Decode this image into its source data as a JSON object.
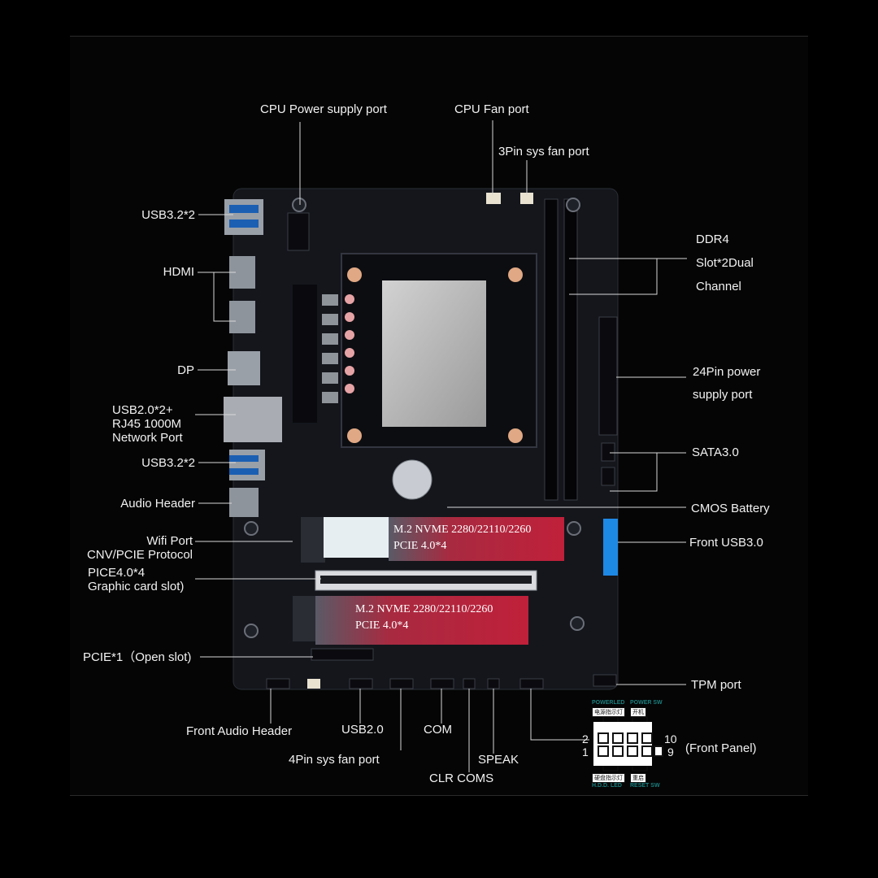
{
  "labels": {
    "cpu_power": "CPU  Power supply port",
    "cpu_fan": "CPU Fan port",
    "sys_fan_3pin": "3Pin sys fan port",
    "usb32_top": "USB3.2*2",
    "hdmi": "HDMI",
    "dp": "DP",
    "usb20_rj45": "USB2.0*2+\nRJ45 1000M\nNetwork Port",
    "usb32_bottom": "USB3.2*2",
    "audio_header": "Audio Header",
    "wifi_port": "Wifi Port\nCNV/PCIE Protocol",
    "pcie_x4": "PICE4.0*4\nGraphic card slot)",
    "pcie_x1": "PCIE*1（Open slot)",
    "ddr4": "DDR4\nSlot*2Dual\nChannel",
    "atx24": "24Pin    power\nsupply port",
    "sata": "SATA3.0",
    "cmos": "CMOS Battery",
    "front_usb3": "Front USB3.0",
    "tpm": "TPM port",
    "front_audio": "Front Audio Header",
    "usb20": "USB2.0",
    "com": "COM",
    "fan_4pin": "4Pin sys fan port",
    "speak": "SPEAK",
    "clr_coms": "CLR  COMS",
    "front_panel": "(Front Panel)"
  },
  "nvme": {
    "top": "M.2 NVME 2280/22110/2260\nPCIE 4.0*4",
    "bottom": "M.2 NVME 2280/22110/2260\nPCIE 4.0*4"
  },
  "front_panel_diagram": {
    "power_led": "POWERLED",
    "power_led_cn": "电源指示灯",
    "power_sw": "POWER SW",
    "power_sw_cn": "开机",
    "hdd_led_cn": "硬盘指示灯",
    "hdd_led": "H.D.D. LED",
    "reset_sw_cn": "重启",
    "reset_sw": "RESET SW",
    "pin_2": "2",
    "pin_1": "1",
    "pin_10": "10",
    "pin_9": "9"
  },
  "colors": {
    "background": "#000000",
    "board": "#14161c",
    "nvme_highlight": "#b0203a",
    "cpu_lid": "#b9b9b9",
    "front_usb3": "#1e88e5"
  }
}
